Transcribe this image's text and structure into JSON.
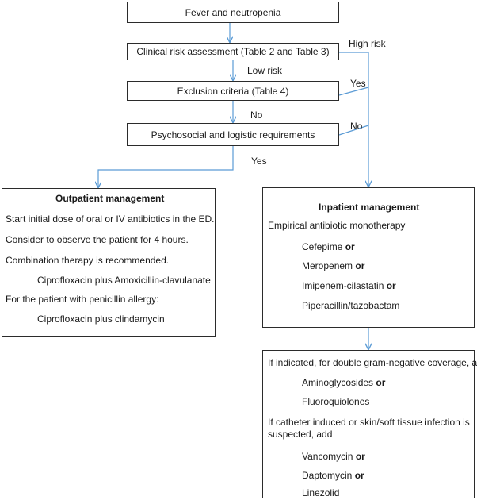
{
  "flow": {
    "fever": "Fever and neutropenia",
    "risk_assessment": "Clinical risk assessment (Table 2 and Table 3)",
    "exclusion": "Exclusion criteria (Table 4)",
    "psychosocial": "Psychosocial and logistic requirements"
  },
  "branches": {
    "high_risk": "High risk",
    "low_risk": "Low risk",
    "yes_exclusion": "Yes",
    "no_exclusion": "No",
    "no_psychosocial": "No",
    "yes_psychosocial": "Yes"
  },
  "outpatient": {
    "title": "Outpatient management",
    "line1": "Start initial dose of oral or IV antibiotics in the ED.",
    "line2": "Consider to observe the patient for 4 hours.",
    "line3": "Combination therapy is recommended.",
    "regimen1": "Ciprofloxacin plus Amoxicillin-clavulanate",
    "line4": "For the patient with penicillin allergy:",
    "regimen2": "Ciprofloxacin plus clindamycin"
  },
  "inpatient": {
    "title": "Inpatient management",
    "intro": "Empirical antibiotic monotherapy",
    "drugs": [
      {
        "name": "Cefepime",
        "conj": "or"
      },
      {
        "name": "Meropenem",
        "conj": "or"
      },
      {
        "name": "Imipenem-cilastatin",
        "conj": "or"
      },
      {
        "name": "Piperacillin/tazobactam",
        "conj": ""
      }
    ]
  },
  "additions": {
    "gram_negative_intro": "If indicated, for double gram-negative coverage, add",
    "gram_negative_drugs": [
      {
        "name": "Aminoglycosides",
        "conj": "or"
      },
      {
        "name": "Fluoroquiolones",
        "conj": ""
      }
    ],
    "catheter_intro_line1": "If catheter induced or skin/soft tissue infection is",
    "catheter_intro_line2": "suspected, add",
    "catheter_drugs": [
      {
        "name": "Vancomycin",
        "conj": "or"
      },
      {
        "name": "Daptomycin",
        "conj": "or"
      },
      {
        "name": "Linezolid",
        "conj": ""
      }
    ]
  },
  "colors": {
    "arrow": "#5b9bd5",
    "border": "#2b2b2b"
  }
}
